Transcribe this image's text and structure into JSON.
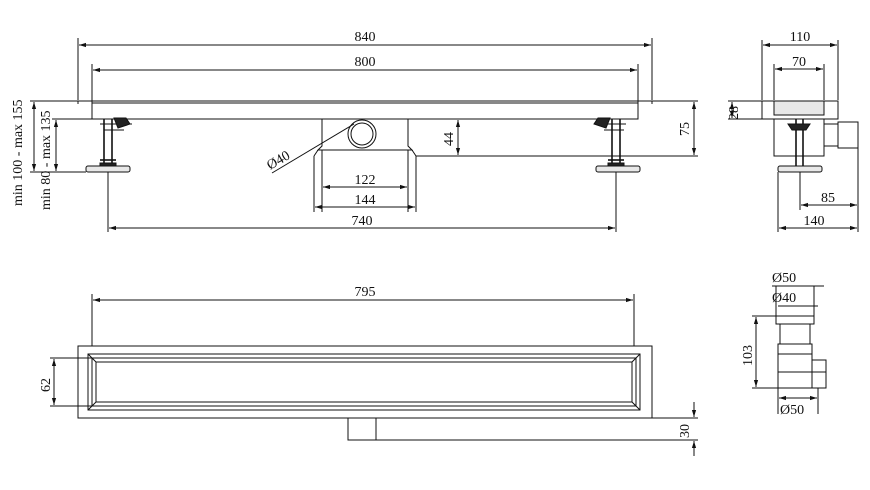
{
  "front_view": {
    "dim_total_length": "840",
    "dim_grate_length": "800",
    "dim_height_75": "75",
    "dim_outlet_height": "44",
    "dim_outlet_diameter": "Ø40",
    "dim_outlet_122": "122",
    "dim_outlet_144": "144",
    "dim_feet_span": "740",
    "label_height_range_1": "min 100 - max 155",
    "label_height_range_2": "min 80 - max 135"
  },
  "side_view": {
    "dim_width_110": "110",
    "dim_width_70": "70",
    "dim_depth_28": "28",
    "dim_offset_85": "85",
    "dim_width_140": "140"
  },
  "top_view": {
    "dim_length_795": "795",
    "dim_width_62": "62",
    "dim_outlet_30": "30"
  },
  "siphon_view": {
    "dim_d50_top": "Ø50",
    "dim_d40": "Ø40",
    "dim_height_103": "103",
    "dim_d50_bottom": "Ø50"
  }
}
